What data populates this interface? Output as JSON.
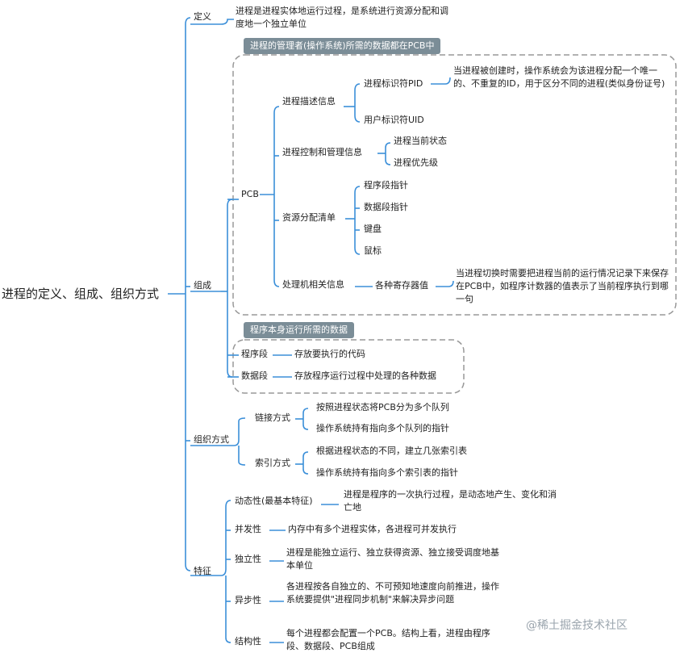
{
  "root": "进程的定义、组成、组织方式",
  "definition": {
    "label": "定义",
    "text": "进程是进程实体地运行过程，是系统进行资源分配和调度地一个独立单位"
  },
  "composition": {
    "label": "组成",
    "pcb_banner": "进程的管理者(操作系统)所需的数据都在PCB中",
    "pcb_label": "PCB",
    "desc_info": {
      "label": "进程描述信息",
      "pid": "进程标识符PID",
      "pid_note": "当进程被创建时，操作系统会为该进程分配一个唯一的、不重复的ID，用于区分不同的进程(类似身份证号)",
      "uid": "用户标识符UID"
    },
    "ctrl_info": {
      "label": "进程控制和管理信息",
      "state": "进程当前状态",
      "priority": "进程优先级"
    },
    "resource_list": {
      "label": "资源分配清单",
      "items": [
        "程序段指针",
        "数据段指针",
        "键盘",
        "鼠标"
      ]
    },
    "cpu_info": {
      "label": "处理机相关信息",
      "registers": "各种寄存器值",
      "registers_note": "当进程切换时需要把进程当前的运行情况记录下来保存在PCB中，如程序计数器的值表示了当前程序执行到哪一句"
    },
    "program_banner": "程序本身运行所需的数据",
    "program_segment": {
      "label": "程序段",
      "text": "存放要执行的代码"
    },
    "data_segment": {
      "label": "数据段",
      "text": "存放程序运行过程中处理的各种数据"
    }
  },
  "organization": {
    "label": "组织方式",
    "link": {
      "label": "链接方式",
      "items": [
        "按照进程状态将PCB分为多个队列",
        "操作系统持有指向多个队列的指针"
      ]
    },
    "index": {
      "label": "索引方式",
      "items": [
        "根据进程状态的不同，建立几张索引表",
        "操作系统持有指向多个索引表的指针"
      ]
    }
  },
  "features": {
    "label": "特征",
    "items": [
      {
        "label": "动态性(最基本特征)",
        "text": "进程是程序的一次执行过程，是动态地产生、变化和消亡地"
      },
      {
        "label": "并发性",
        "text": "内存中有多个进程实体，各进程可并发执行"
      },
      {
        "label": "独立性",
        "text": "进程是能独立运行、独立获得资源、独立接受调度地基本单位"
      },
      {
        "label": "异步性",
        "text": "各进程按各自独立的、不可预知地速度向前推进，操作系统要提供\"进程同步机制\"来解决异步问题"
      },
      {
        "label": "结构性",
        "text": "每个进程都会配置一个PCB。结构上看，进程由程序段、数据段、PCB组成"
      }
    ]
  },
  "watermark": "@稀土掘金技术社区",
  "colors": {
    "line": "#3b8fd9",
    "banner": "#7b8d97",
    "dashed_border": "#999999"
  }
}
